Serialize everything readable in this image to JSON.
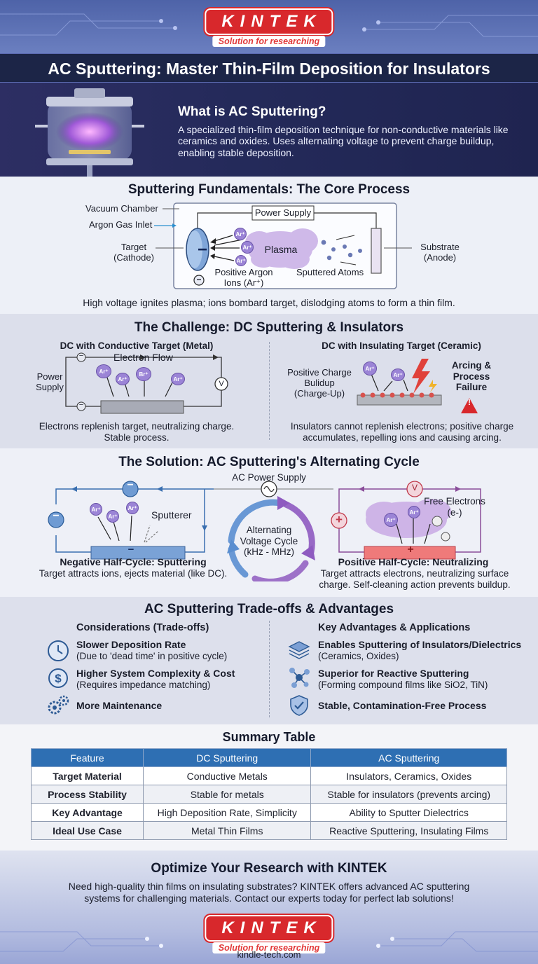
{
  "brand": {
    "name": "KINTEK",
    "slogan": "Solution for researching",
    "website": "kindle-tech.com"
  },
  "page_title": "AC Sputtering: Master Thin-Film Deposition for Insulators",
  "intro": {
    "heading": "What is AC Sputtering?",
    "body": "A specialized thin-film deposition technique for non-conductive materials like ceramics and oxides. Uses alternating voltage to prevent charge buildup, enabling stable deposition."
  },
  "fundamentals": {
    "title": "Sputtering Fundamentals: The Core Process",
    "labels": {
      "vacuum_chamber": "Vacuum Chamber",
      "argon_inlet": "Argon Gas Inlet",
      "power_supply": "Power Supply",
      "target": "Target\n(Cathode)",
      "substrate": "Substrate\n(Anode)",
      "plasma": "Plasma",
      "ions": "Positive Argon\nIons (Ar⁺)",
      "sputtered_atoms": "Sputtered Atoms",
      "ion_symbol": "Ar⁺",
      "minus": "−"
    },
    "caption": "High voltage ignites plasma; ions bombard target, dislodging atoms to form a thin film."
  },
  "challenge": {
    "title": "The Challenge: DC Sputtering & Insulators",
    "left": {
      "heading": "DC with Conductive Target (Metal)",
      "power_supply": "Power\nSupply",
      "electron_flow": "Electron Flow",
      "meter": "V",
      "ions": [
        "Ar⁺",
        "Ar⁺",
        "Br⁺",
        "Ar⁺"
      ],
      "caption": "Electrons replenish target, neutralizing charge.\nStable process."
    },
    "right": {
      "heading": "DC with Insulating Target (Ceramic)",
      "charge_label": "Positive Charge\nBulidup\n(Charge-Up)",
      "arcing": "Arcing &\nProcess\nFailure",
      "ions": [
        "Ar⁺",
        "Ar⁺"
      ],
      "caption": "Insulators cannot replenish electrons; positive charge\naccumulates, repelling ions and causing arcing."
    }
  },
  "solution": {
    "title": "The Solution: AC Sputtering's Alternating Cycle",
    "ac_power": "AC Power Supply",
    "cycle": "Alternating\nVoltage Cycle\n(kHz - MHz)",
    "left": {
      "sputterer": "Sputterer",
      "heading": "Negative Half-Cycle: Sputtering",
      "caption": "Target attracts ions, ejects material (like DC).",
      "ions": [
        "Ar⁺",
        "Ar⁺",
        "Ar⁺"
      ]
    },
    "right": {
      "free_electrons": "Free Electrons\n(e-)",
      "heading": "Positive Half-Cycle: Neutralizing",
      "caption": "Target attracts electrons, neutralizing surface\ncharge. Self-cleaning action prevents buildup.",
      "meter": "V",
      "ions": [
        "Ar⁺",
        "Ar⁺"
      ]
    }
  },
  "tradeoffs": {
    "title": "AC Sputtering Trade-offs & Advantages",
    "cons_heading": "Considerations (Trade-offs)",
    "cons": [
      {
        "icon": "clock-icon",
        "title": "Slower Deposition Rate",
        "sub": "(Due to 'dead time' in positive cycle)"
      },
      {
        "icon": "dollar-icon",
        "title": "Higher System Complexity & Cost",
        "sub": "(Requires impedance matching)"
      },
      {
        "icon": "gears-icon",
        "title": "More Maintenance",
        "sub": ""
      }
    ],
    "pros_heading": "Key Advantages & Applications",
    "pros": [
      {
        "icon": "layers-icon",
        "title": "Enables Sputtering of Insulators/Dielectrics",
        "sub": "(Ceramics, Oxides)"
      },
      {
        "icon": "molecule-icon",
        "title": "Superior for Reactive Sputtering",
        "sub": "(Forming compound films like SiO2, TiN)"
      },
      {
        "icon": "shield-check-icon",
        "title": "Stable, Contamination-Free Process",
        "sub": ""
      }
    ]
  },
  "summary": {
    "title": "Summary Table",
    "headers": [
      "Feature",
      "DC Sputtering",
      "AC Sputtering"
    ],
    "rows": [
      [
        "Target Material",
        "Conductive Metals",
        "Insulators, Ceramics, Oxides"
      ],
      [
        "Process Stability",
        "Stable for metals",
        "Stable for insulators (prevents arcing)"
      ],
      [
        "Key Advantage",
        "High Deposition Rate, Simplicity",
        "Ability to Sputter Dielectrics"
      ],
      [
        "Ideal Use Case",
        "Metal Thin Films",
        "Reactive Sputtering, Insulating Films"
      ]
    ]
  },
  "cta": {
    "title": "Optimize Your Research with KINTEK",
    "body": "Need high-quality thin films on insulating substrates? KINTEK offers advanced AC sputtering\nsystems for challenging materials. Contact our experts today for perfect lab solutions!"
  },
  "colors": {
    "brand_red": "#d8282c",
    "navy": "#1c2547",
    "table_header": "#2e6fb3",
    "ion_purple": "#9b84d6"
  }
}
